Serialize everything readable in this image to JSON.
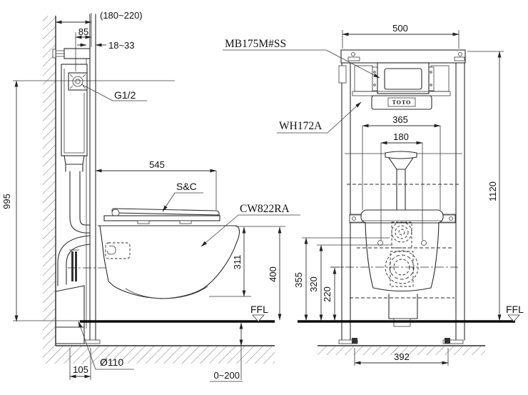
{
  "colors": {
    "background": "#ffffff",
    "line": "#2a2a2a",
    "dim_text": "#111111",
    "ffl_line": "#0c0c0c"
  },
  "side_view": {
    "dims": {
      "wall_offset": "(180~220)",
      "inlet_offset": "85",
      "panel_thickness": "18~33",
      "inlet_height": "995",
      "seat_length": "545",
      "bowl_depth": "311",
      "rim_height": "400",
      "drain_setout": "105",
      "drain_diameter": "Ø110",
      "floor_adjust": "0~200"
    },
    "labels": {
      "inlet_thread": "G1/2",
      "seat_cover": "S&C",
      "pan_model": "CW822RA",
      "floor_level": "FFL"
    }
  },
  "front_view": {
    "dims": {
      "frame_width": "500",
      "frame_height": "1120",
      "bracket_span": "365",
      "bolt_span": "180",
      "inlet_height": "355",
      "bolt_height": "320",
      "drain_height": "220",
      "anchor_span": "392"
    },
    "labels": {
      "flush_plate": "MB175M#SS",
      "frame_model": "WH172A",
      "brand": "TOTO",
      "floor_level": "FFL"
    }
  }
}
